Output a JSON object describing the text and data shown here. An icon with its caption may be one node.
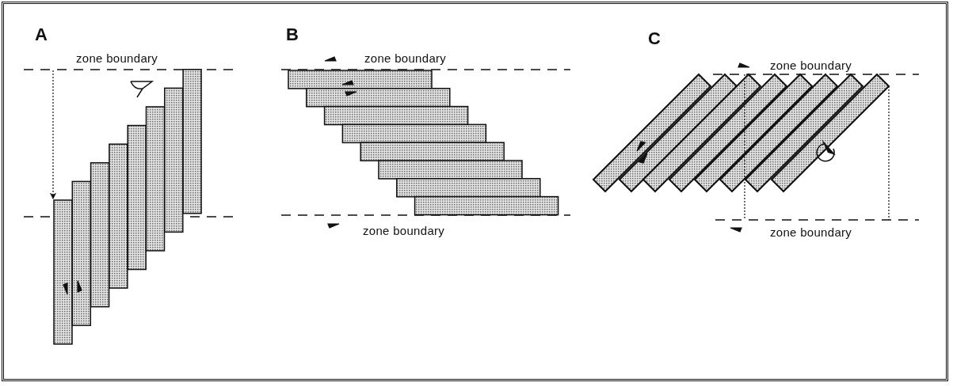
{
  "diagram": {
    "labels": [
      "A",
      "zone boundary",
      "B",
      "zone boundary",
      "zone boundary",
      "C",
      "zone boundary",
      "zone boundary"
    ]
  }
}
